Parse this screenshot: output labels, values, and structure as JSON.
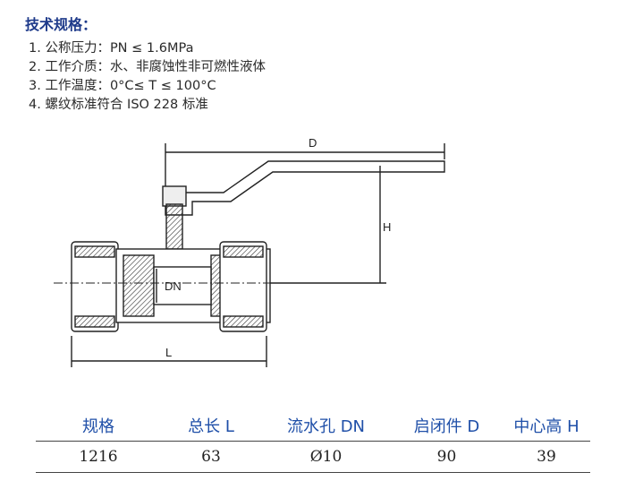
{
  "specs": {
    "title": "技术规格：",
    "items": [
      "1. 公称压力：PN ≤ 1.6MPa",
      "2. 工作介质：水、非腐蚀性非可燃性液体",
      "3. 工作温度：0°C≤ T ≤ 100°C",
      "4. 螺纹标准符合 ISO 228 标准"
    ]
  },
  "drawing": {
    "label_d": "D",
    "label_h": "H",
    "label_dn": "DN",
    "label_l": "L"
  },
  "table": {
    "headers": [
      "规格",
      "总长 L",
      "流水孔 DN",
      "启闭件 D",
      "中心高 H"
    ],
    "row": [
      "1216",
      "63",
      "Ø10",
      "90",
      "39"
    ]
  }
}
